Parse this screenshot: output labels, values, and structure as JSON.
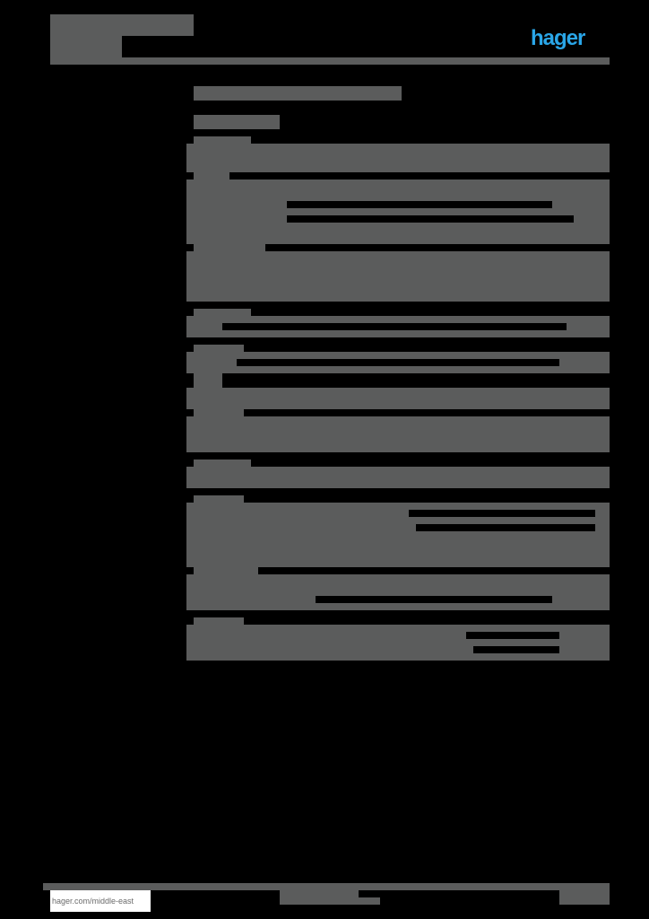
{
  "header": {
    "title_block": "[redacted]",
    "subtitle_block": "[redacted]",
    "brand_logo": "hager",
    "brand_color": "#2aa6e8"
  },
  "main": {
    "heading": "[redacted]",
    "subheading": "[redacted]",
    "sections": [
      {
        "label": "[redacted]"
      },
      {
        "label": "[redacted]"
      },
      {
        "label": "[redacted]"
      },
      {
        "label": "[redacted]"
      },
      {
        "label": "[redacted]"
      },
      {
        "label": "[redacted]"
      },
      {
        "label": "[redacted]"
      },
      {
        "label": "[redacted]"
      },
      {
        "label": "[redacted]"
      },
      {
        "label": "[redacted]"
      },
      {
        "label": "[redacted]"
      }
    ]
  },
  "footer": {
    "website": "hager.com/middle-east",
    "center_block": "[redacted]",
    "right_block": "[redacted]"
  },
  "colors": {
    "redaction_gray": "#5b5c5c",
    "background": "#000000",
    "footer_link_bg": "#ffffff"
  }
}
